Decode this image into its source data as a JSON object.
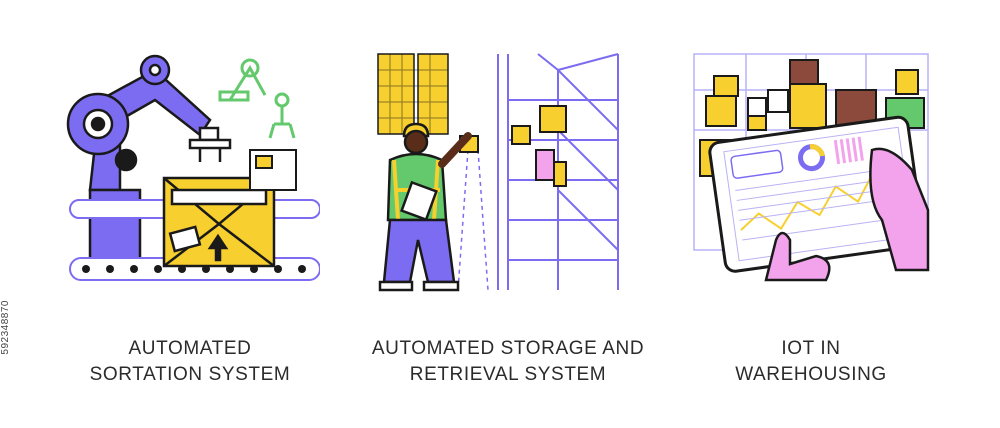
{
  "panels": [
    {
      "caption": [
        "AUTOMATED",
        "SORTATION SYSTEM"
      ]
    },
    {
      "caption": [
        "AUTOMATED STORAGE AND",
        "RETRIEVAL SYSTEM"
      ]
    },
    {
      "caption": [
        "IOT IN",
        "WAREHOUSING"
      ]
    }
  ],
  "side_id": "592348870",
  "colors": {
    "purple": "#7b6cf2",
    "yellow": "#f7cf2f",
    "pink": "#f3a2ec",
    "green": "#63c96c",
    "brown": "#8c4a3d",
    "outline": "#1a1a1a",
    "grid": "#b9b2f5"
  }
}
